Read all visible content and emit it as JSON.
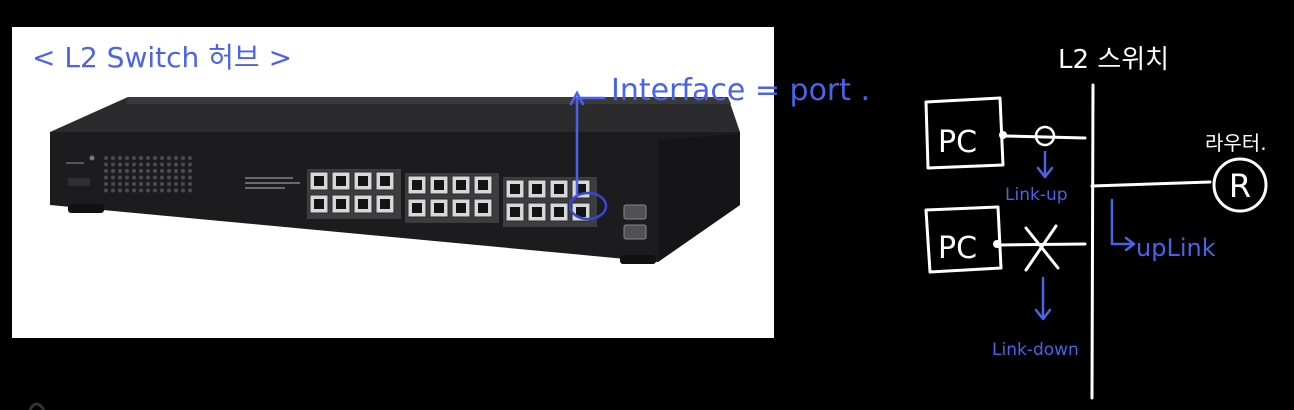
{
  "photo_title": "< L2 Switch 허브 >",
  "port_annotation": "Interface = port .",
  "diagram": {
    "title": "L2 스위치",
    "router_label": "라우터.",
    "router_symbol": "R",
    "pc_top_label": "PC",
    "pc_bottom_label": "PC",
    "link_up_label": "Link-up",
    "link_down_label": "Link-down",
    "uplink_label": "upLink"
  },
  "colors": {
    "background": "#000000",
    "ink_white": "#ffffff",
    "ink_blue": "#4a63e8",
    "photo_bg": "#ffffff"
  }
}
